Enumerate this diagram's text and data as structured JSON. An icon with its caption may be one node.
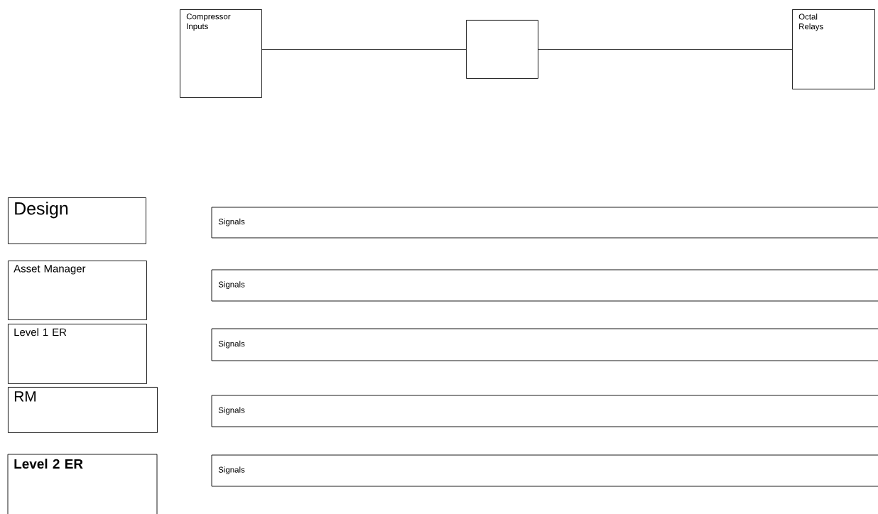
{
  "diagram": {
    "nodes": [
      {
        "text": [
          "Compressor Inputs"
        ]
      },
      {
        "text": [],
        "shape": "box"
      },
      {
        "text": [
          "Octal Relays"
        ]
      },
      {
        "text": [
          "Design"
        ]
      },
      {
        "text": [
          "Asset Manager"
        ]
      },
      {
        "text": [
          "Level 1 ER"
        ]
      },
      {
        "text": [
          "RM"
        ]
      },
      {
        "text": [
          "Level 2 ER"
        ]
      },
      {
        "text": [
          "Signals"
        ]
      },
      {
        "text": [
          "Signals"
        ]
      },
      {
        "text": [
          "Signals"
        ]
      },
      {
        "text": [
          "Signals"
        ]
      },
      {
        "text": [
          "Signals"
        ]
      }
    ],
    "edges": [
      {
        "from": 0,
        "to": 1,
        "arrow": "none"
      },
      {
        "from": 1,
        "to": 2,
        "arrow": "none"
      }
    ]
  }
}
